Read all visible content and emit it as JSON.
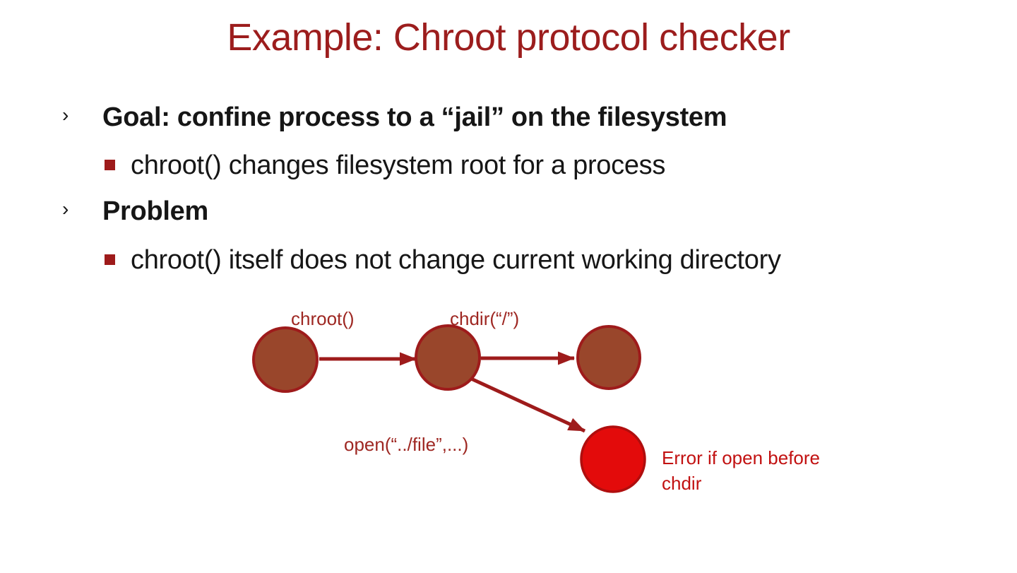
{
  "slide": {
    "title": "Example: Chroot protocol checker",
    "bullets": [
      {
        "style": "heading",
        "marker": "›",
        "text": "Goal: confine process to a “jail” on the filesystem"
      },
      {
        "style": "sub",
        "marker": "▪",
        "text": "chroot() changes filesystem root for a process"
      },
      {
        "style": "heading",
        "marker": "›",
        "text": "Problem"
      },
      {
        "style": "sub",
        "marker": "▪",
        "text": "chroot() itself does not change current working directory"
      }
    ]
  },
  "diagram": {
    "type": "state-machine",
    "nodes": [
      {
        "id": "state-initial",
        "kind": "normal"
      },
      {
        "id": "state-after-chroot",
        "kind": "normal"
      },
      {
        "id": "state-after-chdir",
        "kind": "normal"
      },
      {
        "id": "state-error",
        "kind": "error"
      }
    ],
    "edges": [
      {
        "from": "state-initial",
        "to": "state-after-chroot",
        "label": "chroot()"
      },
      {
        "from": "state-after-chroot",
        "to": "state-after-chdir",
        "label": "chdir(“/”)"
      },
      {
        "from": "state-after-chroot",
        "to": "state-error",
        "label": "open(“../file”,...)"
      }
    ],
    "annotation": "Error if open before chdir",
    "colors": {
      "node_fill": "#99462B",
      "node_stroke": "#9E1B1B",
      "error_fill": "#E30B0B",
      "error_stroke": "#B00E0E",
      "arrow": "#9E1B1B",
      "edge_label": "#9E2722",
      "annotation": "#C21111"
    }
  },
  "colors": {
    "title": "#9C1D1D",
    "body": "#161616",
    "background": "#FFFFFF"
  }
}
